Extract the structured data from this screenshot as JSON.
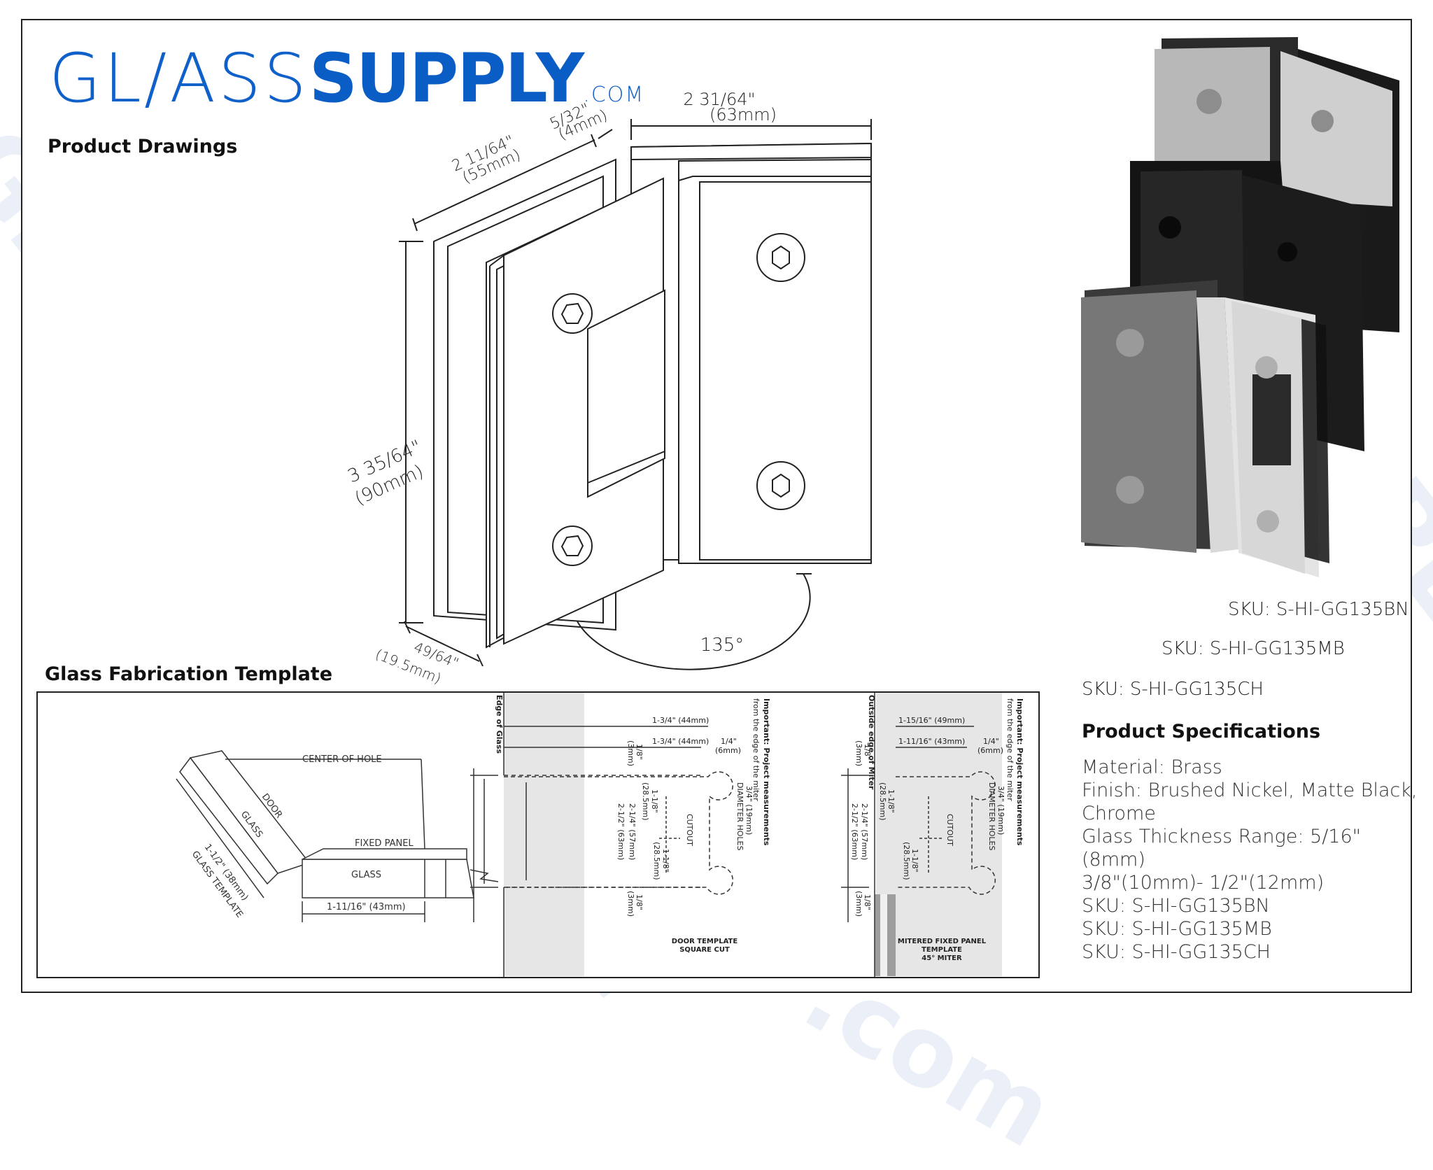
{
  "brand": {
    "logo_thin": "GL/ASS",
    "logo_bold": "SUPPLY",
    "logo_suffix": ".COM",
    "watermark": "GLASSUPPLY .com"
  },
  "sections": {
    "product_drawings": "Product Drawings",
    "fabrication_template": "Glass Fabrication Template",
    "product_specifications": "Product Specifications"
  },
  "dimensions": {
    "width_top_1": "2 31/64\"",
    "width_top_2": "(63mm)",
    "depth_1": "2 11/64\"",
    "depth_2": "(55mm)",
    "gap_1": "5/32\"",
    "gap_2": "(4mm)",
    "height_1": "3 35/64\"",
    "height_2": "(90mm)",
    "thick_1": "49/64\"",
    "thick_2": "(19.5mm)",
    "angle": "135°"
  },
  "photo_skus": {
    "bn": "SKU: S-HI-GG135BN",
    "mb": "SKU: S-HI-GG135MB",
    "ch": "SKU: S-HI-GG135CH"
  },
  "specifications": [
    "Material: Brass",
    "Finish: Brushed Nickel, Matte Black,",
    "Chrome",
    "Glass Thickness Range: 5/16\"(8mm)",
    "3/8\"(10mm)- 1/2\"(12mm)",
    "SKU: S-HI-GG135BN",
    "SKU: S-HI-GG135MB",
    "SKU: S-HI-GG135CH"
  ],
  "template_left": {
    "center_of_hole": "CENTER OF HOLE",
    "door": "DOOR",
    "glass_a": "GLASS",
    "fixed_panel": "FIXED PANEL",
    "glass_b": "GLASS",
    "glass_template_1": "1-1/2\" (38mm)",
    "glass_template_2": "GLASS TEMPLATE",
    "width": "1-11/16\" (43mm)"
  },
  "template_door": {
    "edge": "Edge of Glass",
    "important_1": "Important: Project measurements",
    "important_2": "from the edge of the miter",
    "top_dim": "1-3/4\" (44mm)",
    "inner_dim": "1-3/4\" (44mm)",
    "hole": "1/4\"",
    "hole_mm": "(6mm)",
    "diam_1": "3/4\" (19mm)",
    "diam_2": "DIAMETER HOLES",
    "v_18_top": "1/8\"",
    "v_18_top_mm": "(3mm)",
    "v_212": "2-1/2\" (63mm)",
    "v_214": "2-1/4\" (57mm)",
    "v_118a": "1-1/8\"",
    "v_118a_mm": "(28.5mm)",
    "v_118b": "1-1/8\"",
    "v_118b_mm": "(28.5mm)",
    "v_18_bot": "1/8\"",
    "v_18_bot_mm": "(3mm)",
    "cutout": "CUTOUT",
    "label_1": "DOOR TEMPLATE",
    "label_2": "SQUARE CUT"
  },
  "template_miter": {
    "edge": "Outside edge of Miter",
    "important_1": "Important: Project measurements",
    "important_2": "from the edge of the miter",
    "top_dim": "1-15/16\" (49mm)",
    "inner_dim": "1-11/16\" (43mm)",
    "hole": "1/4\"",
    "hole_mm": "(6mm)",
    "diam_1": "3/4\" (19mm)",
    "diam_2": "DIAMETER HOLES",
    "v_18_top": "1/8\"",
    "v_18_top_mm": "(3mm)",
    "v_212": "2-1/2\" (63mm)",
    "v_214": "2-1/4\" (57mm)",
    "v_118a": "1-1/8\"",
    "v_118a_mm": "(28.5mm)",
    "v_118b": "1-1/8\"",
    "v_118b_mm": "(28.5mm)",
    "v_18_bot": "1/8\"",
    "v_18_bot_mm": "(3mm)",
    "cutout": "CUTOUT",
    "label_1": "MITERED FIXED PANEL",
    "label_2": "TEMPLATE",
    "label_3": "45° MITER"
  },
  "colors": {
    "brand_blue": "#0b5dc6",
    "watermark": "#dbe5f4",
    "line": "#222222"
  }
}
